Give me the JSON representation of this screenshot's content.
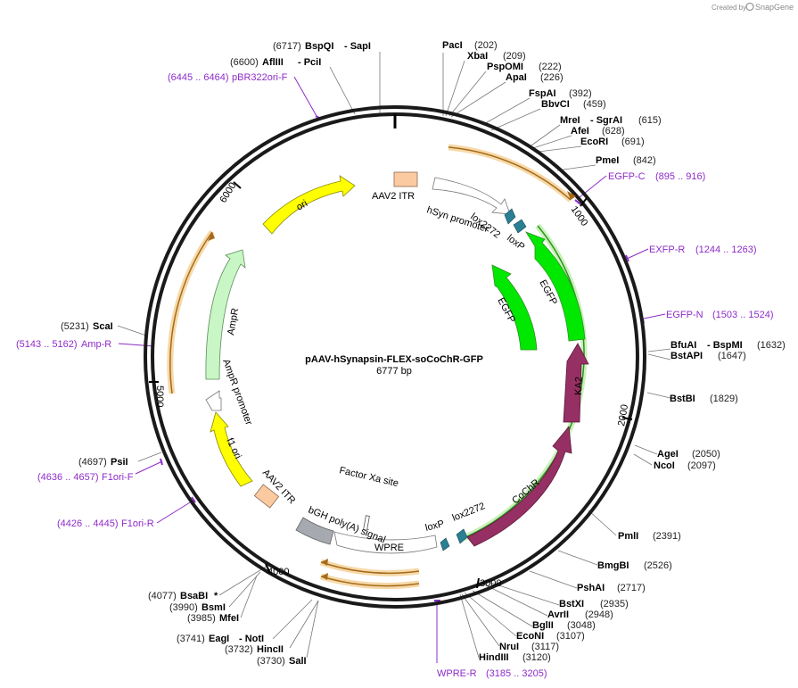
{
  "title": "pAAV-hSynapsin-FLEX-soCoChR-GFP",
  "length": "6777 bp",
  "credit": "Created by",
  "brand": "SnapGene",
  "ticks": [
    "1000",
    "2000",
    "3000",
    "4000",
    "5000",
    "6000"
  ],
  "features": {
    "aav2_itr_top": "AAV2 ITR",
    "hsyn_promoter": "hSyn promoter",
    "lox2272_top": "lox2272",
    "loxp_top": "loxP",
    "egfp_outer": "EGFP",
    "egfp_inner": "EGFP",
    "ka2": "KA2",
    "cochr": "CoChR",
    "lox2272_bottom": "lox2272",
    "loxp_bottom": "loxP",
    "wpre": "WPRE",
    "factor_xa": "Factor Xa site",
    "bgh_polya": "bGH poly(A) signal",
    "aav2_itr_bottom": "AAV2 ITR",
    "f1_ori": "f1 ori",
    "ampr_promoter": "AmpR promoter",
    "ampr": "AmpR",
    "ori": "ori"
  },
  "enzymes": {
    "bspqi": "BspQI",
    "sapi": "- SapI",
    "bspqi_pos": "(6717)",
    "afliii": "AflIII",
    "pcii": "- PciI",
    "afliii_pos": "(6600)",
    "paci": "PacI",
    "paci_pos": "(202)",
    "xbai": "XbaI",
    "xbai_pos": "(209)",
    "pspomi": "PspOMI",
    "pspomi_pos": "(222)",
    "apai": "ApaI",
    "apai_pos": "(226)",
    "fspai": "FspAI",
    "fspai_pos": "(392)",
    "bbvci": "BbvCI",
    "bbvci_pos": "(459)",
    "mrei": "MreI",
    "sgrai": "- SgrAI",
    "mrei_pos": "(615)",
    "afei": "AfeI",
    "afei_pos": "(628)",
    "ecori": "EcoRI",
    "ecori_pos": "(691)",
    "pmei": "PmeI",
    "pmei_pos": "(842)",
    "bfuai": "BfuAI",
    "bspmi": "- BspMI",
    "bfuai_pos": "(1632)",
    "bstapi": "BstAPI",
    "bstapi_pos": "(1647)",
    "bstbi": "BstBI",
    "bstbi_pos": "(1829)",
    "agei": "AgeI",
    "agei_pos": "(2050)",
    "ncoi": "NcoI",
    "ncoi_pos": "(2097)",
    "pmli": "PmlI",
    "pmli_pos": "(2391)",
    "bmgbi": "BmgBI",
    "bmgbi_pos": "(2526)",
    "pshai": "PshAI",
    "pshai_pos": "(2717)",
    "bstxi": "BstXI",
    "bstxi_pos": "(2935)",
    "avrii": "AvrII",
    "avrii_pos": "(2948)",
    "bglii": "BglII",
    "bglii_pos": "(3048)",
    "econi": "EcoNI",
    "econi_pos": "(3107)",
    "nrui": "NruI",
    "nrui_pos": "(3117)",
    "hindiii": "HindIII",
    "hindiii_pos": "(3120)",
    "sali": "SalI",
    "sali_pos": "(3730)",
    "hincii": "HincII",
    "hincii_pos": "(3732)",
    "eagi": "EagI",
    "noti": "- NotI",
    "eagi_pos": "(3741)",
    "mfei": "MfeI",
    "mfei_pos": "(3985)",
    "bsmi": "BsmI",
    "bsmi_pos": "(3990)",
    "bsabi": "BsaBI",
    "bsabi_star": "*",
    "bsabi_pos": "(4077)",
    "psii": "PsiI",
    "psii_pos": "(4697)",
    "scai": "ScaI",
    "scai_pos": "(5231)"
  },
  "primers": {
    "pbr322ori_f": "pBR322ori-F",
    "pbr322ori_f_range": "(6445 .. 6464)",
    "egfp_c": "EGFP-C",
    "egfp_c_range": "(895 .. 916)",
    "exfp_r": "EXFP-R",
    "exfp_r_range": "(1244 .. 1263)",
    "egfp_n": "EGFP-N",
    "egfp_n_range": "(1503 .. 1524)",
    "amp_r": "Amp-R",
    "amp_r_range": "(5143 .. 5162)",
    "f1ori_f": "F1ori-F",
    "f1ori_f_range": "(4636 .. 4657)",
    "f1ori_r": "F1ori-R",
    "f1ori_r_range": "(4426 .. 4445)",
    "wpre_r": "WPRE-R",
    "wpre_r_range": "(3185 .. 3205)"
  },
  "colors": {
    "backbone": "#1a1a1a",
    "egfp": "#00e800",
    "cochr": "#962f63",
    "ori": "#ffff00",
    "ampr": "#c8f7c5",
    "itr": "#fccaa0",
    "lox": "#2a7f93",
    "orf_arrow": "#f0a23c",
    "primer": "#8e2cc8",
    "polya": "#a6aab0"
  }
}
